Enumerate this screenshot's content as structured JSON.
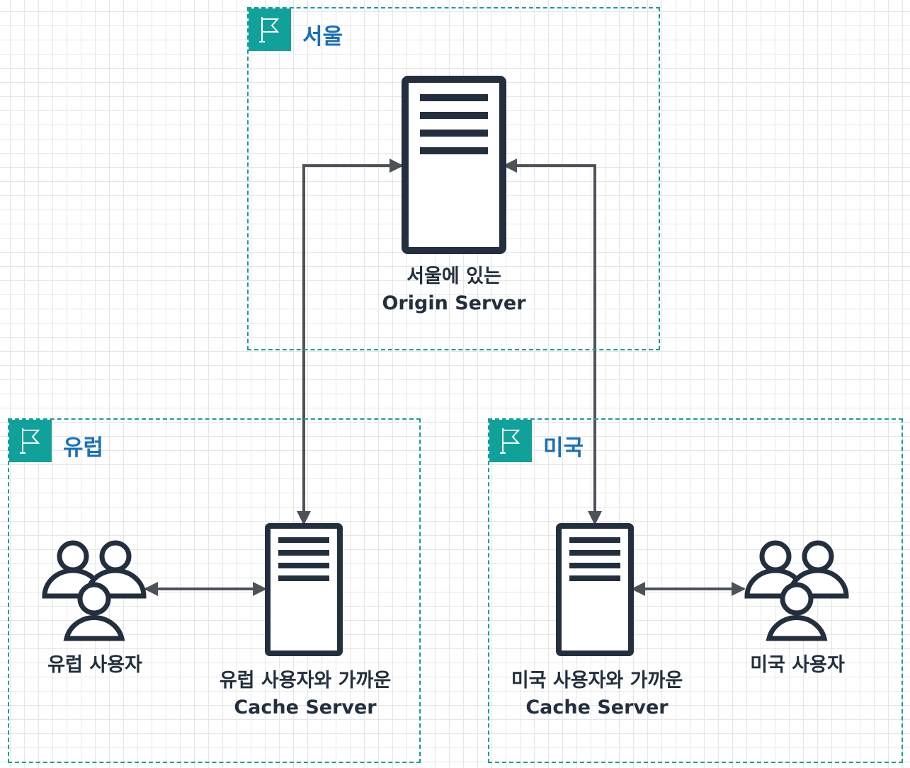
{
  "regions": {
    "seoul": {
      "label": "서울"
    },
    "europe": {
      "label": "유럽"
    },
    "usa": {
      "label": "미국"
    }
  },
  "nodes": {
    "origin": {
      "line1": "서울에 있는",
      "line2": "Origin Server"
    },
    "cache_europe": {
      "line1": "유럽 사용자와 가까운",
      "line2": "Cache Server"
    },
    "cache_usa": {
      "line1": "미국 사용자와 가까운",
      "line2": "Cache Server"
    },
    "users_europe": {
      "label": "유럽 사용자"
    },
    "users_usa": {
      "label": "미국 사용자"
    }
  },
  "colors": {
    "region_border": "#1a9e96",
    "badge": "#10a19a",
    "region_text": "#1a6fb5",
    "icon": "#232f3e",
    "connector": "#4d5258"
  },
  "icons": {
    "region_badge": "flag-icon",
    "server": "server-icon",
    "users": "users-group-icon"
  }
}
